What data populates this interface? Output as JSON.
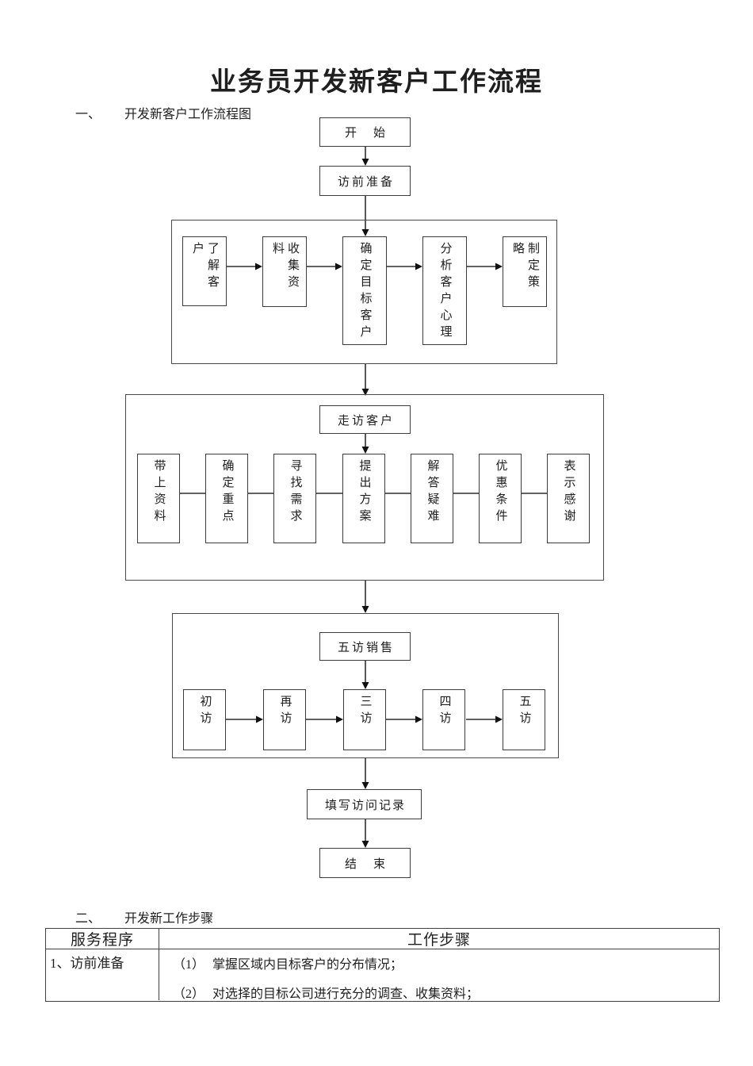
{
  "title": "业务员开发新客户工作流程",
  "section1": {
    "number": "一、",
    "heading": "开发新客户工作流程图"
  },
  "flowchart": {
    "start": "开　始",
    "pre_visit": "访前准备",
    "stage1": {
      "steps": [
        "了解客户",
        "收集资料",
        "确定目标客户",
        "分析客户心理",
        "制定策略"
      ]
    },
    "visit_label": "走访客户",
    "stage2": {
      "steps": [
        "带上资料",
        "确定重点",
        "寻找需求",
        "提出方案",
        "解答疑难",
        "优惠条件",
        "表示感谢"
      ]
    },
    "five_visit_label": "五访销售",
    "stage3": {
      "steps": [
        "初访",
        "再访",
        "三访",
        "四访",
        "五访"
      ]
    },
    "record": "填写访问记录",
    "end": "结　束"
  },
  "section2": {
    "number": "二、",
    "heading": "开发新工作步骤"
  },
  "table": {
    "headers": [
      "服务程序",
      "工作步骤"
    ],
    "rows": [
      {
        "procedure": "1、访前准备",
        "steps": [
          {
            "marker": "（1）",
            "text": "掌握区域内目标客户的分布情况；"
          },
          {
            "marker": "（2）",
            "text": "对选择的目标公司进行充分的调查、收集资料；"
          }
        ]
      }
    ]
  }
}
